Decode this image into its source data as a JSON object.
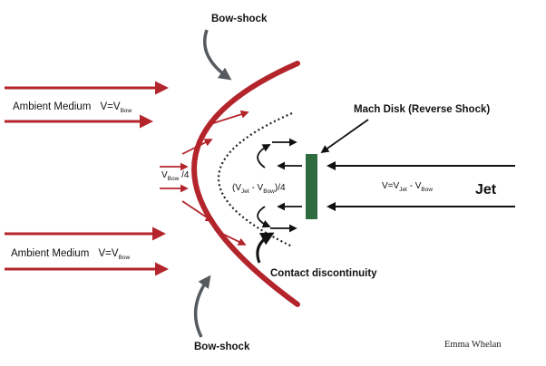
{
  "labels": {
    "bow_shock_top": "Bow-shock",
    "bow_shock_bottom": "Bow-shock",
    "ambient_top": "Ambient Medium",
    "ambient_bottom": "Ambient Medium",
    "v_eq": "V=V",
    "v_sub_bow": "Bow",
    "vbow_quarter_v": "V",
    "vbow_quarter_rest": " /4",
    "vjet_open": "(V",
    "vjet_sub": "Jet",
    "vjet_minus": " - V",
    "vjet_sub_bow": "Bow",
    "vjet_close": ")/4",
    "jet_v_eq": "V=V",
    "jet_v_sub_jet": "Jet",
    "jet_v_minus": " - V",
    "jet_v_sub_bow": "Bow",
    "jet": "Jet",
    "mach_disk": "Mach Disk (Reverse Shock)",
    "contact": "Contact discontinuity",
    "credit": "Emma Whelan"
  },
  "colors": {
    "bow": "#b3242b",
    "arrow_red": "#b3242b",
    "mach_disk": "#2e6b3e",
    "black": "#111111",
    "gray_pointer": "#555a5e"
  },
  "icons": [
    "curved-pointer-arrow",
    "straight-arrow"
  ]
}
